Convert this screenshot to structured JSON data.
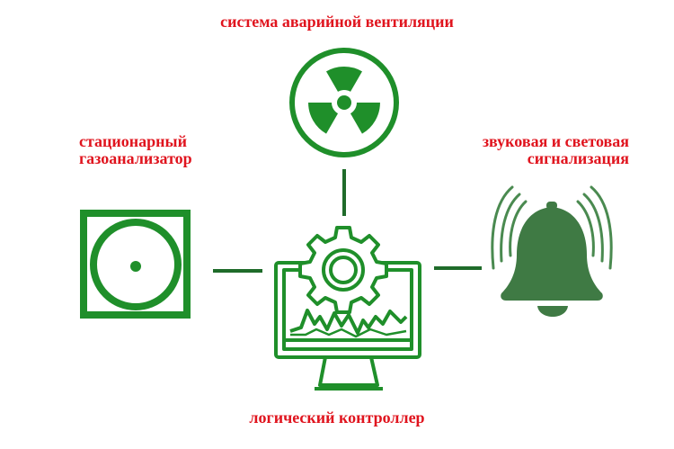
{
  "labels": {
    "ventilation": "система аварийной вентиляции",
    "gas_analyzer_line1": "стационарный",
    "gas_analyzer_line2": "газоанализатор",
    "alarm_line1": "звуковая и световая",
    "alarm_line2": "сигнализация",
    "controller": "логический контроллер"
  },
  "colors": {
    "icon_green": "#1f8f2a",
    "bell_green": "#3f7a44",
    "label_red": "#e0141e",
    "connector": "#1f6b2a"
  },
  "icons": [
    "radiation-icon",
    "gas-analyzer-icon",
    "bell-icon",
    "controller-monitor-icon",
    "gear-icon"
  ]
}
